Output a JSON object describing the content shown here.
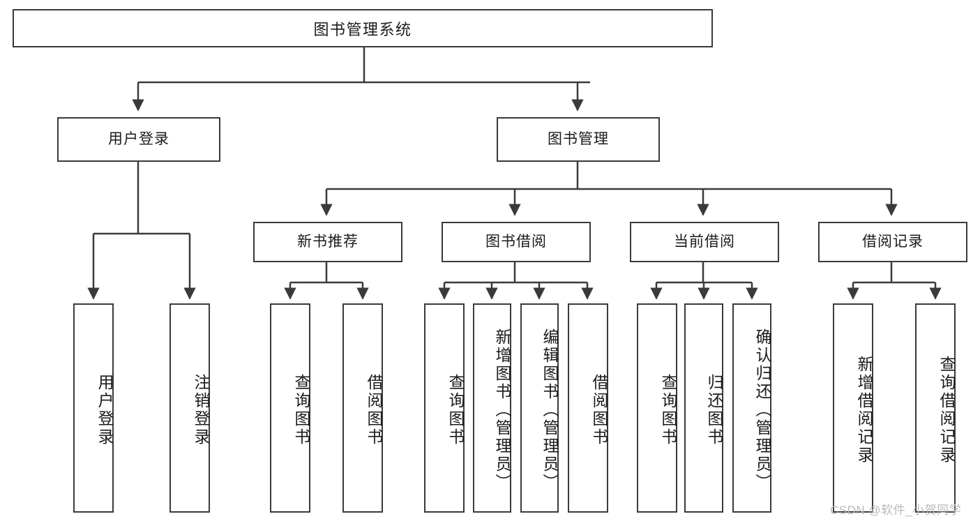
{
  "diagram": {
    "title": "图书管理系统",
    "watermark": "CSDN @软件_小贺同学",
    "colors": {
      "stroke": "#3a3a3a",
      "fill": "#ffffff",
      "text": "#1b1b1b",
      "watermark": "#b9b9b9"
    },
    "root": {
      "label": "图书管理系统"
    },
    "level2": [
      {
        "label": "用户登录"
      },
      {
        "label": "图书管理"
      }
    ],
    "level3": [
      {
        "label": "新书推荐"
      },
      {
        "label": "图书借阅"
      },
      {
        "label": "当前借阅"
      },
      {
        "label": "借阅记录"
      }
    ],
    "leaves": {
      "user_login": [
        {
          "label": "用户登录"
        },
        {
          "label": "注销登录"
        }
      ],
      "new_book_recommend": [
        {
          "label": "查询图书"
        },
        {
          "label": "借阅图书"
        }
      ],
      "book_borrow": [
        {
          "label": "查询图书"
        },
        {
          "label": "新增图书（管理员）"
        },
        {
          "label": "编辑图书（管理员）"
        },
        {
          "label": "借阅图书"
        }
      ],
      "current_borrow": [
        {
          "label": "查询图书"
        },
        {
          "label": "归还图书"
        },
        {
          "label": "确认归还（管理员）"
        }
      ],
      "borrow_record": [
        {
          "label": "新增借阅记录"
        },
        {
          "label": "查询借阅记录"
        }
      ]
    }
  },
  "chart_data": {
    "type": "diagram",
    "title": "图书管理系统",
    "nodes": [
      {
        "id": "root",
        "label": "图书管理系统",
        "level": 0
      },
      {
        "id": "login",
        "label": "用户登录",
        "level": 1
      },
      {
        "id": "bookmgmt",
        "label": "图书管理",
        "level": 1
      },
      {
        "id": "recommend",
        "label": "新书推荐",
        "level": 2
      },
      {
        "id": "borrow",
        "label": "图书借阅",
        "level": 2
      },
      {
        "id": "current",
        "label": "当前借阅",
        "level": 2
      },
      {
        "id": "record",
        "label": "借阅记录",
        "level": 2
      },
      {
        "id": "login-1",
        "label": "用户登录",
        "level": 3
      },
      {
        "id": "login-2",
        "label": "注销登录",
        "level": 3
      },
      {
        "id": "rec-1",
        "label": "查询图书",
        "level": 3
      },
      {
        "id": "rec-2",
        "label": "借阅图书",
        "level": 3
      },
      {
        "id": "bor-1",
        "label": "查询图书",
        "level": 3
      },
      {
        "id": "bor-2",
        "label": "新增图书（管理员）",
        "level": 3
      },
      {
        "id": "bor-3",
        "label": "编辑图书（管理员）",
        "level": 3
      },
      {
        "id": "bor-4",
        "label": "借阅图书",
        "level": 3
      },
      {
        "id": "cur-1",
        "label": "查询图书",
        "level": 3
      },
      {
        "id": "cur-2",
        "label": "归还图书",
        "level": 3
      },
      {
        "id": "cur-3",
        "label": "确认归还（管理员）",
        "level": 3
      },
      {
        "id": "recd-1",
        "label": "新增借阅记录",
        "level": 3
      },
      {
        "id": "recd-2",
        "label": "查询借阅记录",
        "level": 3
      }
    ],
    "edges": [
      [
        "root",
        "login"
      ],
      [
        "root",
        "bookmgmt"
      ],
      [
        "login",
        "login-1"
      ],
      [
        "login",
        "login-2"
      ],
      [
        "bookmgmt",
        "recommend"
      ],
      [
        "bookmgmt",
        "borrow"
      ],
      [
        "bookmgmt",
        "current"
      ],
      [
        "bookmgmt",
        "record"
      ],
      [
        "recommend",
        "rec-1"
      ],
      [
        "recommend",
        "rec-2"
      ],
      [
        "borrow",
        "bor-1"
      ],
      [
        "borrow",
        "bor-2"
      ],
      [
        "borrow",
        "bor-3"
      ],
      [
        "borrow",
        "bor-4"
      ],
      [
        "current",
        "cur-1"
      ],
      [
        "current",
        "cur-2"
      ],
      [
        "current",
        "cur-3"
      ],
      [
        "record",
        "recd-1"
      ],
      [
        "record",
        "recd-2"
      ]
    ]
  }
}
